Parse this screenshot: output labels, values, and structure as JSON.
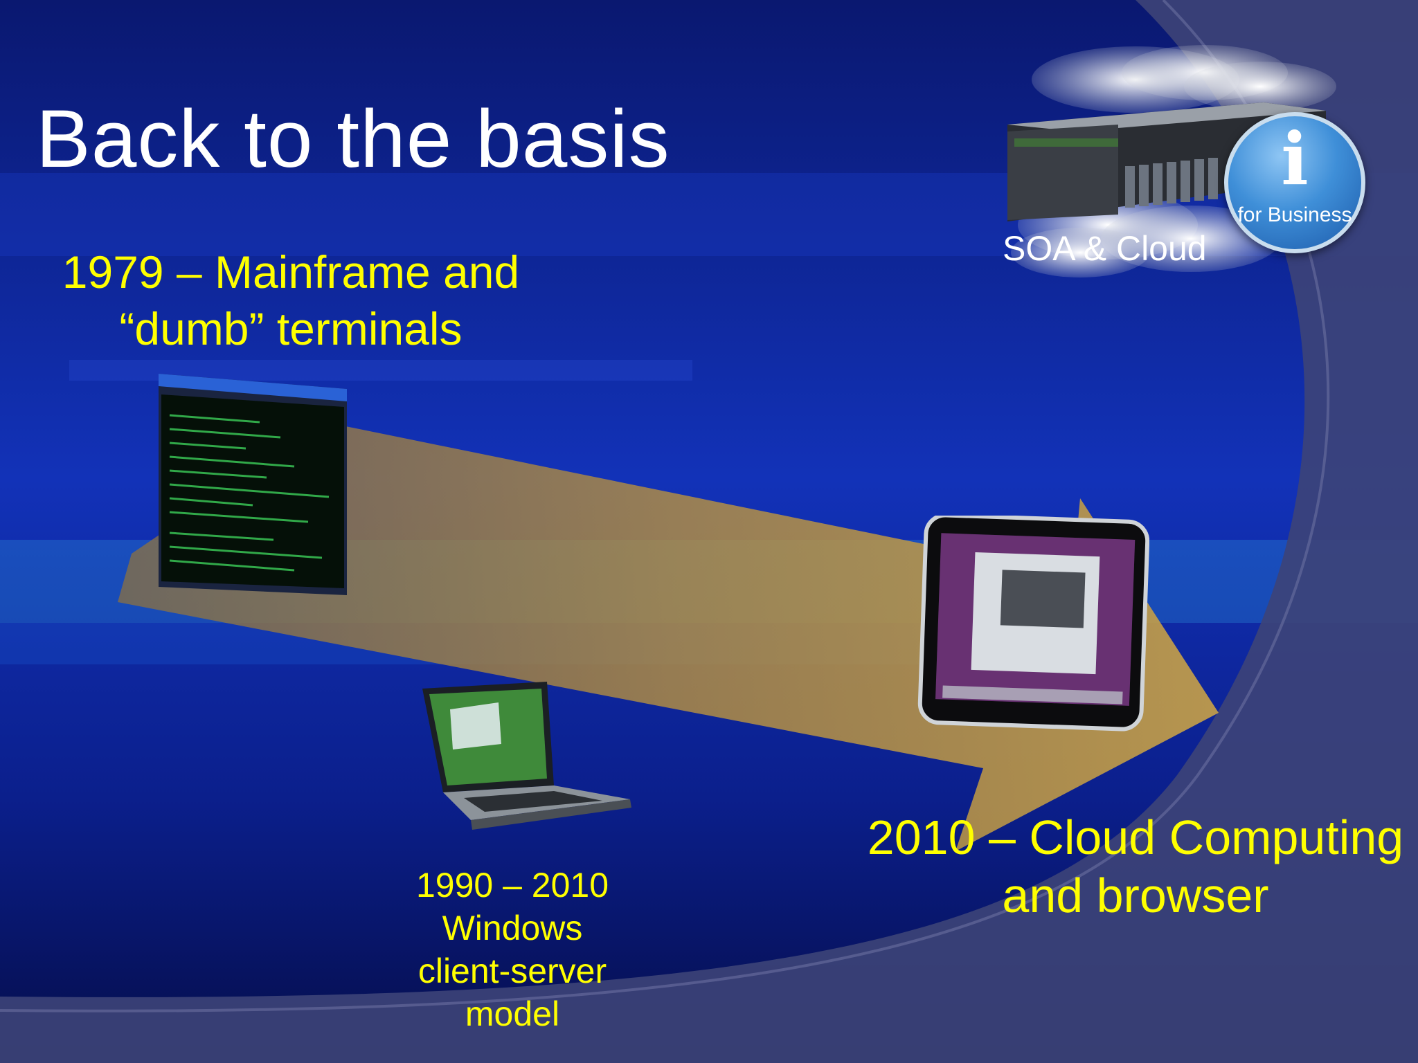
{
  "slide": {
    "title": "Back to the basis",
    "eras": [
      {
        "label_line1": "1979 – Mainframe and",
        "label_line2": "“dumb” terminals"
      },
      {
        "label_line1": "1990 – 2010",
        "label_line2": "Windows",
        "label_line3": "client-server",
        "label_line4": "model"
      },
      {
        "label_line1": "2010 – Cloud Computing",
        "label_line2": "and browser"
      }
    ],
    "server_caption": "SOA & Cloud",
    "logo": {
      "letter": "i",
      "tagline": "for Business"
    }
  },
  "colors": {
    "background": "#0b1f8c",
    "highlight_text": "#ffff00",
    "title_text": "#ffffff",
    "arrow": "#b08a3a"
  },
  "icons": [
    "terminal-screen-image",
    "laptop-image",
    "tablet-image",
    "server-rack-image",
    "cloud-image",
    "ibm-i-logo"
  ]
}
